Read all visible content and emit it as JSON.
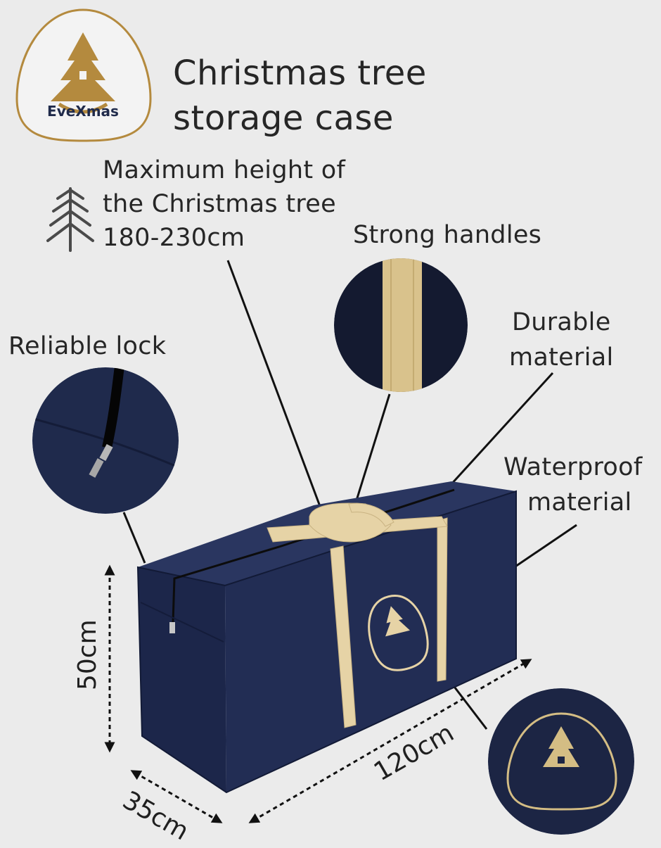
{
  "brand": {
    "name": "EveXmas"
  },
  "title": {
    "line1": "Christmas tree",
    "line2": "storage case"
  },
  "features": {
    "max_height": {
      "line1": "Maximum height of",
      "line2": "the Christmas tree",
      "line3": "180-230cm"
    },
    "handles": "Strong handles",
    "durable": {
      "line1": "Durable",
      "line2": "material"
    },
    "lock": "Reliable lock",
    "waterproof": {
      "line1": "Waterproof",
      "line2": "material"
    }
  },
  "dimensions": {
    "height": "50cm",
    "length": "120cm",
    "depth": "35cm"
  },
  "icons": {
    "tree": "tree-outline-icon",
    "logo": "tree-logo-icon"
  },
  "colors": {
    "background": "#ebebeb",
    "bag_navy": "#1f2a4a",
    "strap_beige": "#e6d3a6",
    "gold": "#b48a3e",
    "text": "#262626"
  }
}
